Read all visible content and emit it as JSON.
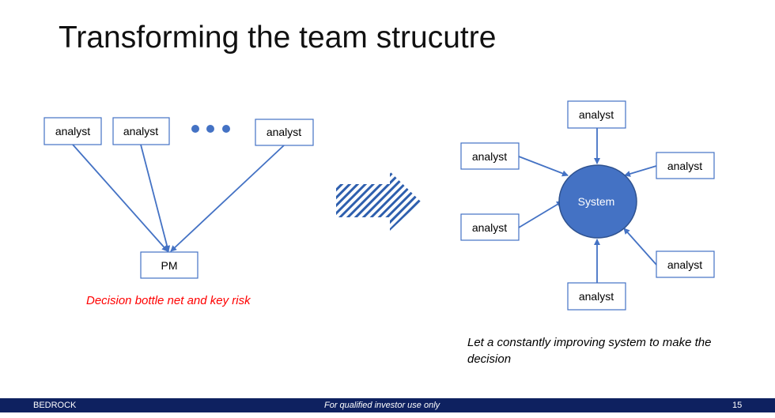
{
  "slide": {
    "title": "Transforming the team strucutre",
    "left_diagram": {
      "analysts": [
        "analyst",
        "analyst",
        "analyst"
      ],
      "manager": "PM",
      "caption": "Decision bottle net and key risk"
    },
    "right_diagram": {
      "center": "System",
      "analysts": [
        "analyst",
        "analyst",
        "analyst",
        "analyst",
        "analyst",
        "analyst"
      ],
      "caption_line1": "Let a constantly improving system to make the",
      "caption_line2": "decision"
    },
    "colors": {
      "accent": "#4472c4",
      "caption_red": "#ff0000",
      "footer": "#0e2160"
    }
  },
  "footer": {
    "brand": "BEDROCK",
    "disclaimer": "For qualified investor use only",
    "page_number": "15"
  }
}
